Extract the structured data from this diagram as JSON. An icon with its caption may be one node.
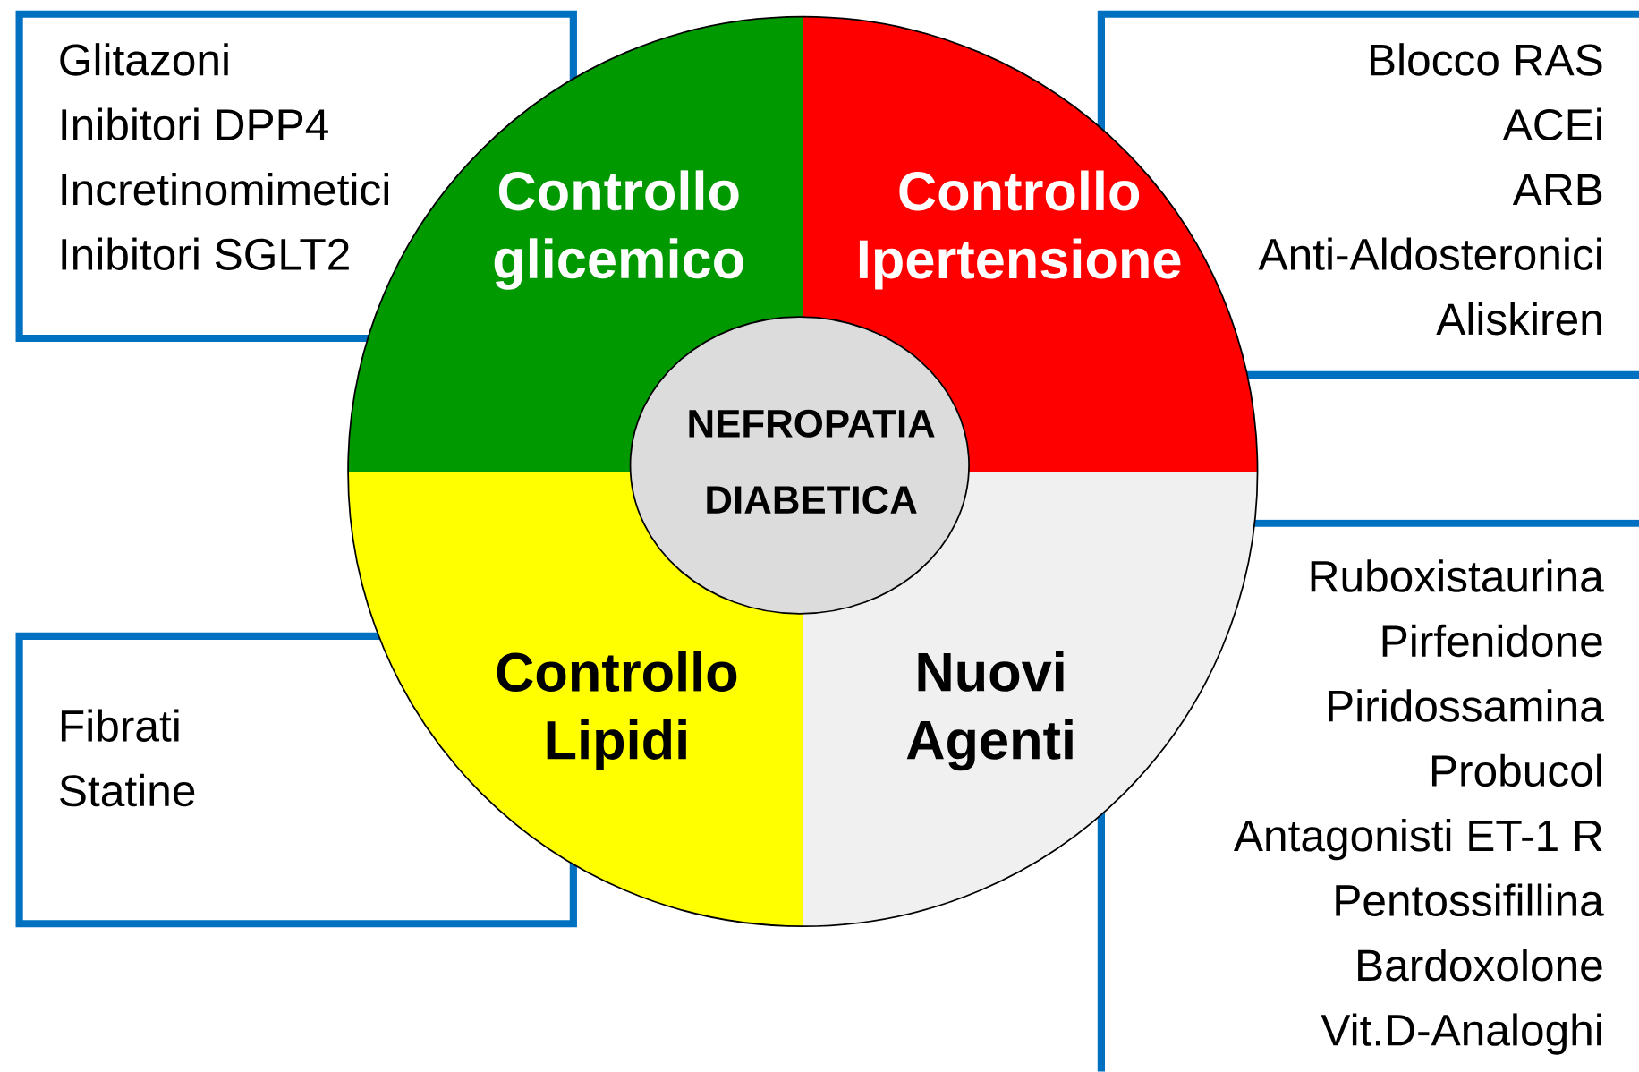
{
  "diagram": {
    "nodes": [
      {
        "text": [
          "Glitazoni",
          "Inibitori DPP4",
          "Incretinomimetici",
          "Inibitori SGLT2"
        ]
      },
      {
        "text": [
          "Blocco RAS",
          "ACEi",
          "ARB",
          "Anti-Aldosteronici",
          "Aliskiren"
        ]
      },
      {
        "text": [
          "Fibrati",
          "Statine"
        ]
      },
      {
        "text": [
          "Ruboxistaurina",
          "Pirfenidone",
          "Piridossamina",
          "Probucol",
          "Antagonisti ET-1 R",
          "Pentossifillina",
          "Bardoxolone",
          "Vit.D-Analoghi"
        ]
      },
      {
        "text": [
          "Controllo glicemico"
        ]
      },
      {
        "text": [
          "Controllo Ipertensione"
        ]
      },
      {
        "text": [
          "Controllo Lipidi"
        ]
      },
      {
        "text": [
          "Nuovi Agenti"
        ]
      },
      {
        "text": [
          "NEFROPATIA",
          "DIABETICA"
        ]
      }
    ]
  }
}
